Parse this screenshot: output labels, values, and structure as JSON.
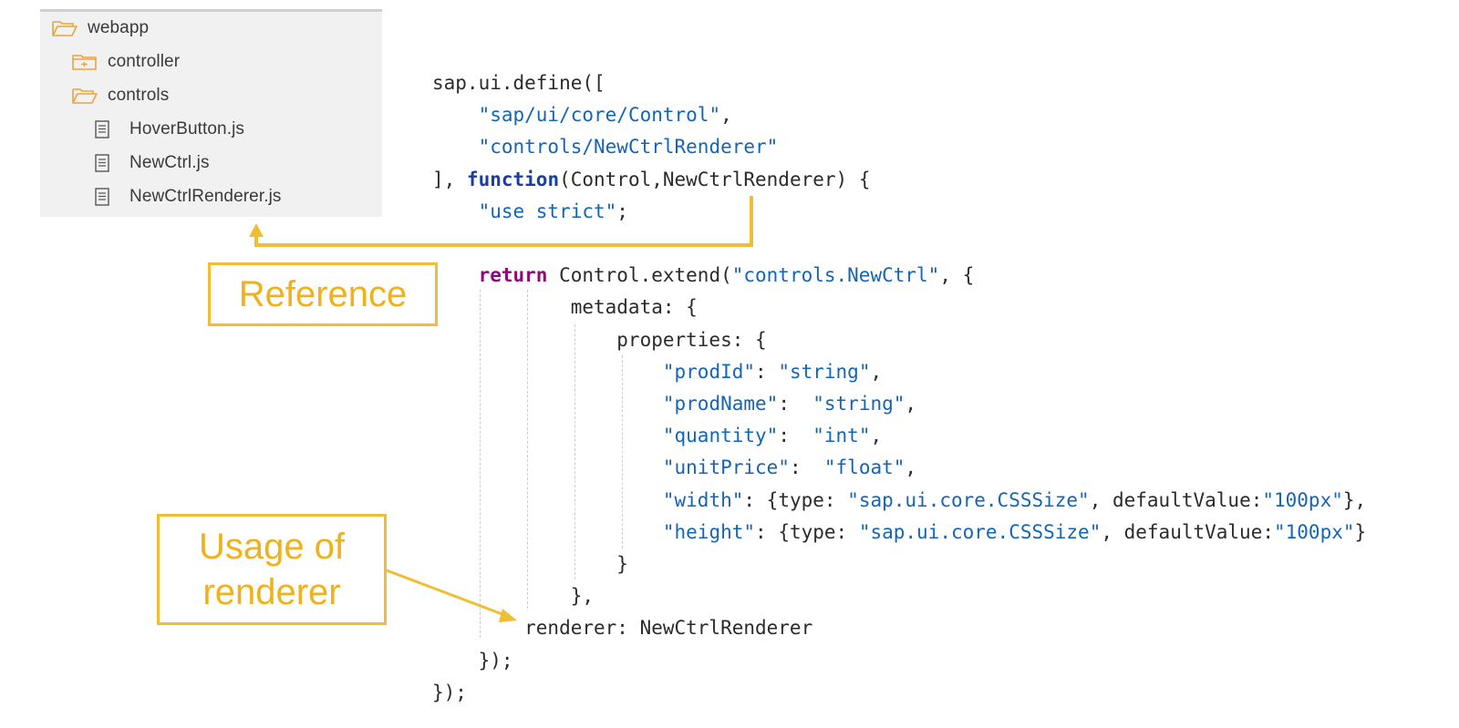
{
  "file_tree": {
    "items": [
      {
        "label": "webapp",
        "icon": "folder-open-icon",
        "indent": 0
      },
      {
        "label": "controller",
        "icon": "package-folder-icon",
        "indent": 1
      },
      {
        "label": "controls",
        "icon": "folder-open-icon",
        "indent": 1
      },
      {
        "label": "HoverButton.js",
        "icon": "file-icon",
        "indent": 2
      },
      {
        "label": "NewCtrl.js",
        "icon": "file-icon",
        "indent": 2
      },
      {
        "label": "NewCtrlRenderer.js",
        "icon": "file-icon",
        "indent": 2
      }
    ]
  },
  "code": {
    "lines": [
      [
        {
          "t": "sap.ui.define([",
          "c": "plain"
        }
      ],
      [
        {
          "t": "    ",
          "c": "plain"
        },
        {
          "t": "\"sap/ui/core/Control\"",
          "c": "str"
        },
        {
          "t": ",",
          "c": "plain"
        }
      ],
      [
        {
          "t": "    ",
          "c": "plain"
        },
        {
          "t": "\"controls/NewCtrlRenderer\"",
          "c": "str"
        }
      ],
      [
        {
          "t": "], ",
          "c": "plain"
        },
        {
          "t": "function",
          "c": "kw"
        },
        {
          "t": "(Control,NewCtrlRenderer) {",
          "c": "plain"
        }
      ],
      [
        {
          "t": "    ",
          "c": "plain"
        },
        {
          "t": "\"use strict\"",
          "c": "str"
        },
        {
          "t": ";",
          "c": "plain"
        }
      ],
      [
        {
          "t": "",
          "c": "plain"
        }
      ],
      [
        {
          "t": "    ",
          "c": "plain"
        },
        {
          "t": "return",
          "c": "ret"
        },
        {
          "t": " Control.extend(",
          "c": "plain"
        },
        {
          "t": "\"controls.NewCtrl\"",
          "c": "str"
        },
        {
          "t": ", {",
          "c": "plain"
        }
      ],
      [
        {
          "t": "            metadata: {",
          "c": "plain"
        }
      ],
      [
        {
          "t": "                properties: {",
          "c": "plain"
        }
      ],
      [
        {
          "t": "                    ",
          "c": "plain"
        },
        {
          "t": "\"prodId\"",
          "c": "str"
        },
        {
          "t": ": ",
          "c": "plain"
        },
        {
          "t": "\"string\"",
          "c": "str"
        },
        {
          "t": ",",
          "c": "plain"
        }
      ],
      [
        {
          "t": "                    ",
          "c": "plain"
        },
        {
          "t": "\"prodName\"",
          "c": "str"
        },
        {
          "t": ":  ",
          "c": "plain"
        },
        {
          "t": "\"string\"",
          "c": "str"
        },
        {
          "t": ",",
          "c": "plain"
        }
      ],
      [
        {
          "t": "                    ",
          "c": "plain"
        },
        {
          "t": "\"quantity\"",
          "c": "str"
        },
        {
          "t": ":  ",
          "c": "plain"
        },
        {
          "t": "\"int\"",
          "c": "str"
        },
        {
          "t": ",",
          "c": "plain"
        }
      ],
      [
        {
          "t": "                    ",
          "c": "plain"
        },
        {
          "t": "\"unitPrice\"",
          "c": "str"
        },
        {
          "t": ":  ",
          "c": "plain"
        },
        {
          "t": "\"float\"",
          "c": "str"
        },
        {
          "t": ",",
          "c": "plain"
        }
      ],
      [
        {
          "t": "                    ",
          "c": "plain"
        },
        {
          "t": "\"width\"",
          "c": "str"
        },
        {
          "t": ": {type: ",
          "c": "plain"
        },
        {
          "t": "\"sap.ui.core.CSSSize\"",
          "c": "str"
        },
        {
          "t": ", defaultValue:",
          "c": "plain"
        },
        {
          "t": "\"100px\"",
          "c": "str"
        },
        {
          "t": "},",
          "c": "plain"
        }
      ],
      [
        {
          "t": "                    ",
          "c": "plain"
        },
        {
          "t": "\"height\"",
          "c": "str"
        },
        {
          "t": ": {type: ",
          "c": "plain"
        },
        {
          "t": "\"sap.ui.core.CSSSize\"",
          "c": "str"
        },
        {
          "t": ", defaultValue:",
          "c": "plain"
        },
        {
          "t": "\"100px\"",
          "c": "str"
        },
        {
          "t": "}",
          "c": "plain"
        }
      ],
      [
        {
          "t": "                }",
          "c": "plain"
        }
      ],
      [
        {
          "t": "            },",
          "c": "plain"
        }
      ],
      [
        {
          "t": "        renderer: NewCtrlRenderer",
          "c": "plain"
        }
      ],
      [
        {
          "t": "    });",
          "c": "plain"
        }
      ],
      [
        {
          "t": "});",
          "c": "plain"
        }
      ]
    ]
  },
  "callouts": {
    "reference": "Reference",
    "usage_line1": "Usage of",
    "usage_line2": "renderer"
  },
  "colors": {
    "accent": "#f0bd33",
    "keyword": "#1a3f9e",
    "return_keyword": "#8b0a7a",
    "string": "#1565b5",
    "tree_bg": "#f1f1f1"
  }
}
